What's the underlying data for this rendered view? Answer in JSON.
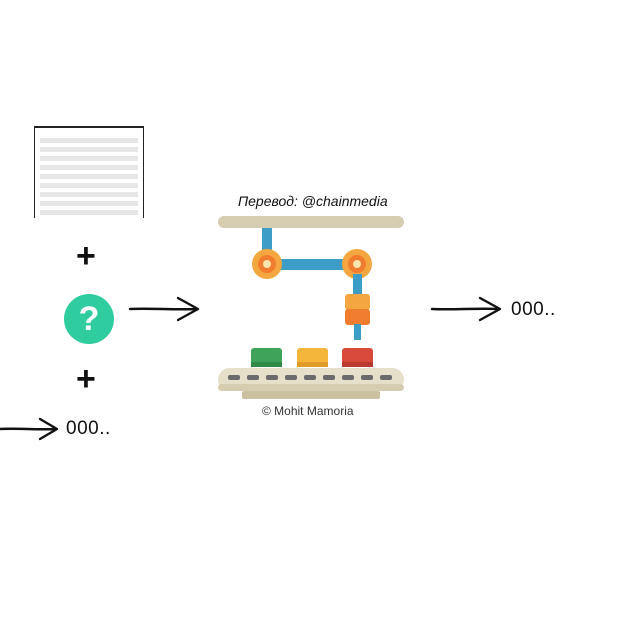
{
  "input": {
    "document_icon": "lined-document-icon",
    "plus_1": "+",
    "unknown_symbol": "?",
    "plus_2": "+",
    "input_value": "000.."
  },
  "machine": {
    "icon": "assembly-line-robot-arm-icon",
    "caption_top": "Перевод: @chainmedia",
    "caption_bottom": "© Mohit Mamoria"
  },
  "output": {
    "value": "000.."
  },
  "colors": {
    "question_circle": "#2ecc9f",
    "arm_blue": "#3d9dc6",
    "joint_orange": "#f4a640",
    "rail_beige": "#d6ccb0",
    "block_green": "#3fa35a",
    "block_yellow": "#f4b63a",
    "block_red": "#d9493b"
  }
}
